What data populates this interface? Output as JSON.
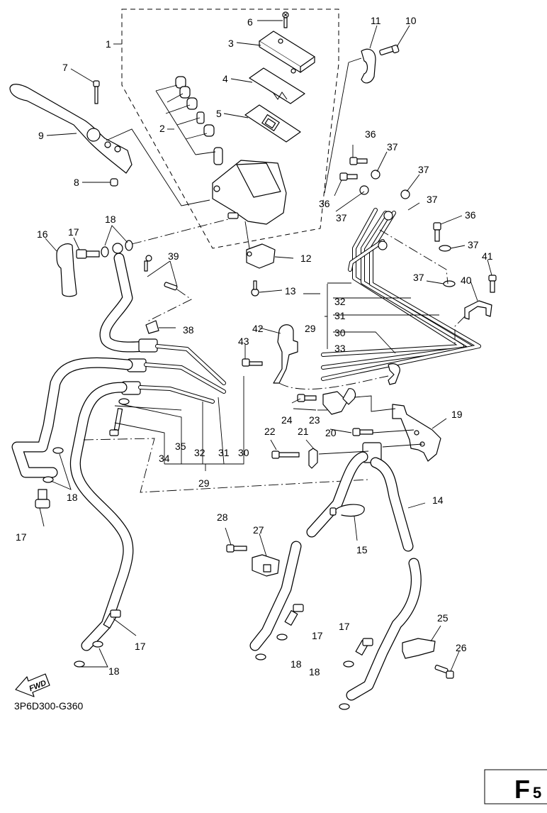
{
  "diagram": {
    "title": "Front master cylinder & brake hoses exploded view",
    "drawing_code": "3P6D300-G360",
    "page_id": "F",
    "page_id_suffix": "5",
    "fwd_label": "FWD",
    "colors": {
      "line": "#000000",
      "background": "#ffffff"
    }
  },
  "callouts": {
    "c1": "1",
    "c2": "2",
    "c3": "3",
    "c4": "4",
    "c5": "5",
    "c6": "6",
    "c7": "7",
    "c8": "8",
    "c9": "9",
    "c10": "10",
    "c11": "11",
    "c12": "12",
    "c13": "13",
    "c14": "14",
    "c15": "15",
    "c16": "16",
    "c17a": "17",
    "c17b": "17",
    "c17c": "17",
    "c17d": "17",
    "c17e": "17",
    "c18a": "18",
    "c18b": "18",
    "c18c": "18",
    "c18d": "18",
    "c18e": "18",
    "c19": "19",
    "c20": "20",
    "c21": "21",
    "c22": "22",
    "c23": "23",
    "c24": "24",
    "c25": "25",
    "c26": "26",
    "c27": "27",
    "c28": "28",
    "c29a": "29",
    "c29b": "29",
    "c30a": "30",
    "c30b": "30",
    "c31a": "31",
    "c31b": "31",
    "c32a": "32",
    "c32b": "32",
    "c33": "33",
    "c34": "34",
    "c35": "35",
    "c36a": "36",
    "c36b": "36",
    "c36c": "36",
    "c37a": "37",
    "c37b": "37",
    "c37c": "37",
    "c37d": "37",
    "c37e": "37",
    "c37f": "37",
    "c38": "38",
    "c39": "39",
    "c40": "40",
    "c41": "41",
    "c42": "42",
    "c43": "43"
  }
}
